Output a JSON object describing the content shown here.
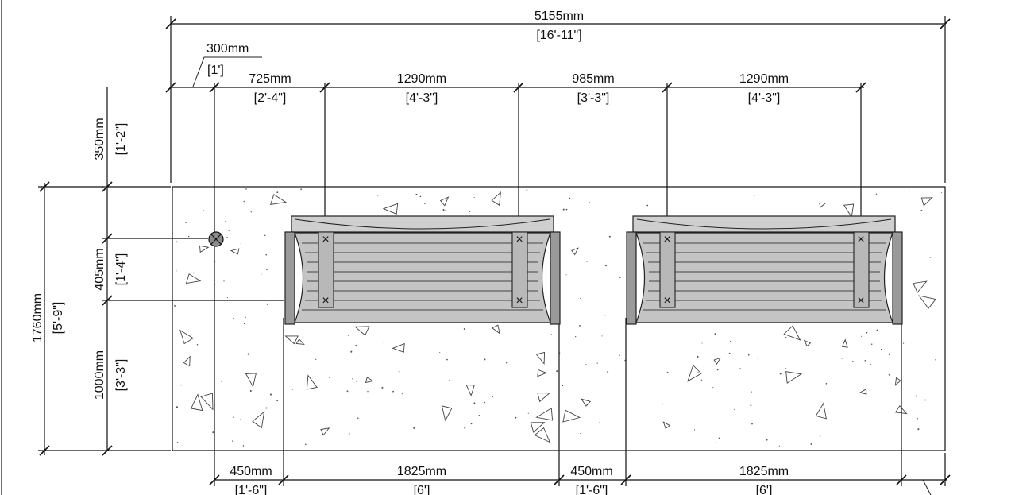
{
  "dimensions": {
    "overall_width": {
      "mm": "5155mm",
      "imperial": "[16'-11\"]"
    },
    "edge_offset": {
      "mm": "300mm",
      "imperial": "[1']"
    },
    "top_row": [
      {
        "mm": "725mm",
        "imperial": "[2'-4\"]"
      },
      {
        "mm": "1290mm",
        "imperial": "[4'-3\"]"
      },
      {
        "mm": "985mm",
        "imperial": "[3'-3\"]"
      },
      {
        "mm": "1290mm",
        "imperial": "[4'-3\"]"
      }
    ],
    "bottom_row": [
      {
        "mm": "450mm",
        "imperial": "[1'-6\"]"
      },
      {
        "mm": "1825mm",
        "imperial": "[6']"
      },
      {
        "mm": "450mm",
        "imperial": "[1'-6\"]"
      },
      {
        "mm": "1825mm",
        "imperial": "[6']"
      }
    ],
    "left_inner": [
      {
        "mm": "350mm",
        "imperial": "[1'-2\"]"
      },
      {
        "mm": "405mm",
        "imperial": "[1'-4\"]"
      },
      {
        "mm": "1000mm",
        "imperial": "[3'-3\"]"
      }
    ],
    "left_overall": {
      "mm": "1760mm",
      "imperial": "[5'-9\"]"
    }
  },
  "elements": {
    "slab": "concrete-slab",
    "benches": [
      "bench-1",
      "bench-2"
    ],
    "anchor_point": "anchor-marker-icon"
  },
  "colors": {
    "line": "#111111",
    "bench_back": "#cfcfcf",
    "bench_arm": "#9a9a9a",
    "bench_seat": "#c4c4c4"
  }
}
